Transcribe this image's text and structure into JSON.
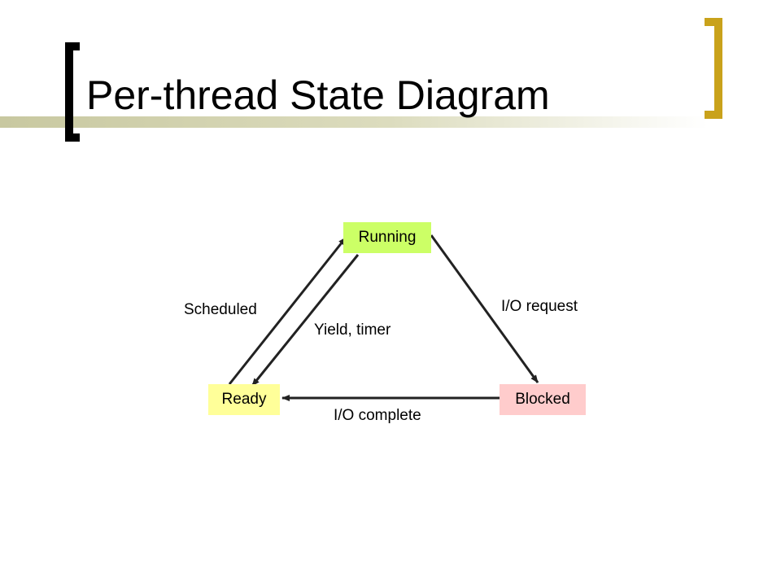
{
  "slide": {
    "title": "Per-thread State Diagram"
  },
  "diagram": {
    "states": {
      "running": "Running",
      "ready": "Ready",
      "blocked": "Blocked"
    },
    "transitions": {
      "scheduled": "Scheduled",
      "yield_timer": "Yield, timer",
      "io_request": "I/O request",
      "io_complete": "I/O complete"
    },
    "colors": {
      "running": "#ccff66",
      "ready": "#ffff99",
      "blocked": "#ffcccc",
      "arrows": "#222222",
      "accent_bracket": "#c9a21b"
    }
  }
}
